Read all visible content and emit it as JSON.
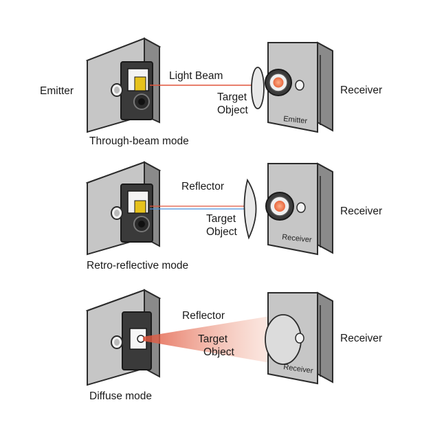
{
  "panels": [
    {
      "mode_label": "Through-beam mode",
      "left_label": "Emitter",
      "right_label": "Receiver",
      "beam_label": "Light Beam",
      "target_label": [
        "Target",
        "Object"
      ],
      "device_label": "Emitter"
    },
    {
      "mode_label": "Retro-reflective mode",
      "right_label": "Receiver",
      "reflector_label": "Reflector",
      "target_label": [
        "Target",
        "Object"
      ],
      "device_label": "Receiver"
    },
    {
      "mode_label": "Diffuse mode",
      "right_label": "Receiver",
      "reflector_label": "Reflector",
      "target_label": [
        "Target",
        "Object"
      ],
      "device_label": "Receiver"
    }
  ],
  "colors": {
    "housing_front": "#c6c6c6",
    "housing_top": "#e2e2e2",
    "housing_side": "#8a8a8a",
    "outline": "#2b2b2b",
    "lens_dark": "#3a3a3a",
    "emitter_chip": "#e6c21c",
    "beam_red": "#e0533a",
    "beam_blue": "#4a90d9",
    "receiver_dot": "#f07a4e"
  }
}
